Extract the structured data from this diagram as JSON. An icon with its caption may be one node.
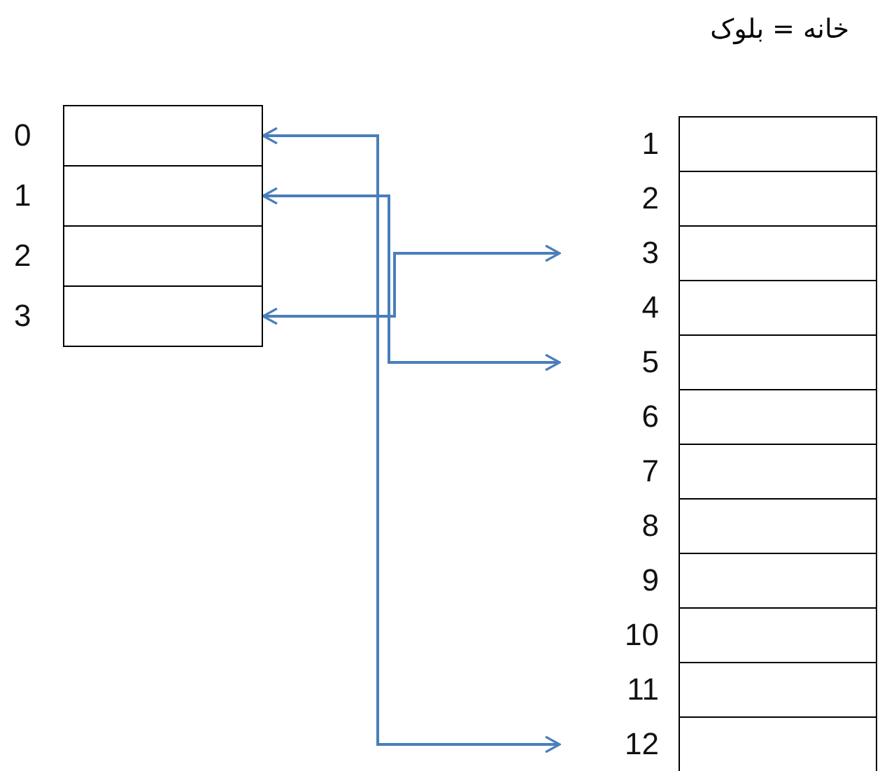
{
  "diagram": {
    "nodes": [
      {
        "text": [],
        "shape": "box",
        "beside": [
          "0"
        ]
      },
      {
        "text": [],
        "shape": "box",
        "beside": [
          "1"
        ]
      },
      {
        "text": [],
        "shape": "box",
        "beside": [
          "2"
        ]
      },
      {
        "text": [],
        "shape": "box",
        "beside": [
          "3"
        ]
      },
      {
        "text": [],
        "shape": "box",
        "beside": [
          "1"
        ]
      },
      {
        "text": [],
        "shape": "box",
        "beside": [
          "2"
        ]
      },
      {
        "text": [],
        "shape": "box",
        "beside": [
          "3"
        ]
      },
      {
        "text": [],
        "shape": "box",
        "beside": [
          "4"
        ]
      },
      {
        "text": [],
        "shape": "box",
        "beside": [
          "5"
        ]
      },
      {
        "text": [],
        "shape": "box",
        "beside": [
          "6"
        ]
      },
      {
        "text": [],
        "shape": "box",
        "beside": [
          "7"
        ]
      },
      {
        "text": [],
        "shape": "box",
        "beside": [
          "8"
        ]
      },
      {
        "text": [],
        "shape": "box",
        "beside": [
          "9"
        ]
      },
      {
        "text": [],
        "shape": "box",
        "beside": [
          "10"
        ]
      },
      {
        "text": [],
        "shape": "box",
        "beside": [
          "11"
        ]
      },
      {
        "text": [],
        "shape": "box",
        "beside": [
          "12"
        ]
      }
    ],
    "edges": [
      {
        "from": 0,
        "to": 15,
        "arrow": "both"
      },
      {
        "from": 1,
        "to": 8,
        "arrow": "both"
      },
      {
        "from": 3,
        "to": 6,
        "arrow": "both"
      }
    ],
    "labels": [
      "خانه = بلوک"
    ]
  }
}
